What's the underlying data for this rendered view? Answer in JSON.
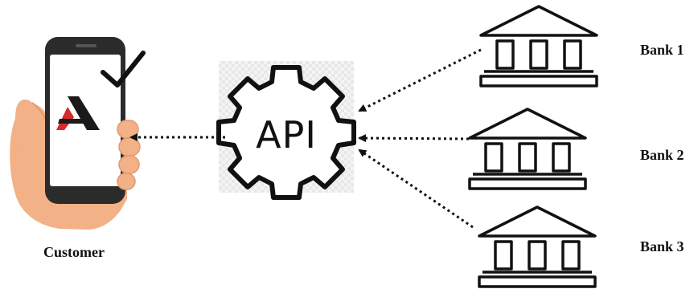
{
  "customer": {
    "label": "Customer"
  },
  "api": {
    "label": "API"
  },
  "banks": [
    {
      "label": "Bank 1"
    },
    {
      "label": "Bank 2"
    },
    {
      "label": "Bank 3"
    }
  ],
  "icons": {
    "phone": "smartphone-in-hand-icon",
    "check": "checkmark-icon",
    "logo": "app-logo-icon",
    "api": "gear-icon",
    "bank": "bank-building-icon"
  },
  "colors": {
    "skin": "#f2b186",
    "skin_shadow": "#e09a6e",
    "phone_body": "#2b2b2b",
    "logo_red": "#d42a2a",
    "logo_black": "#1a1a1a",
    "api_background": "#f0f0f0",
    "stroke": "#111111"
  }
}
